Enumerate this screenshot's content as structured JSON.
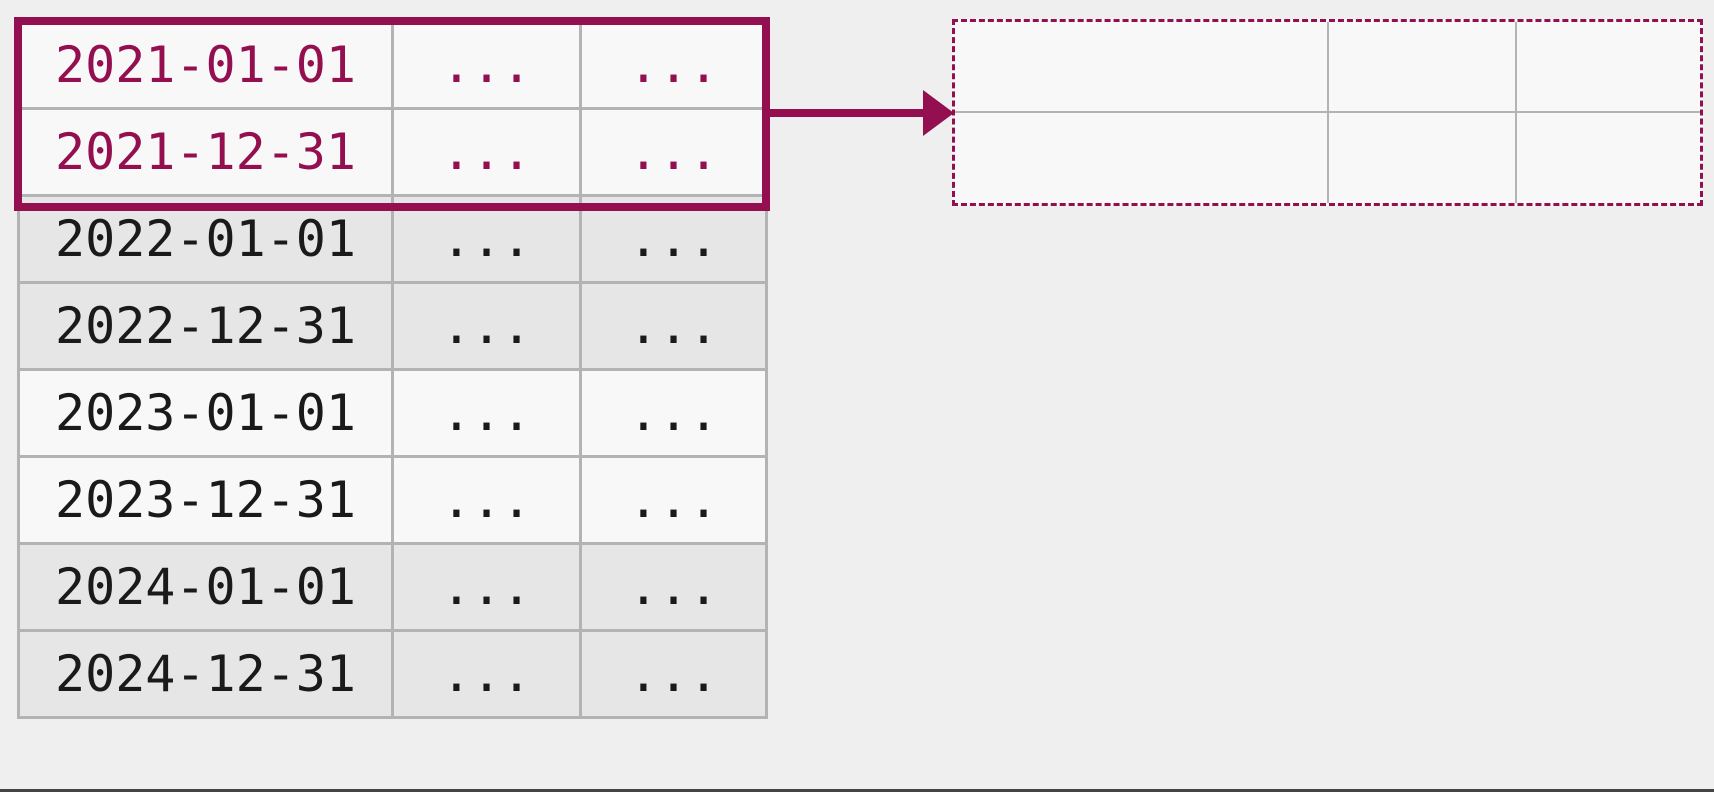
{
  "source_table": {
    "rows": [
      {
        "date": "2021-01-01",
        "a": "...",
        "b": "...",
        "selected": true
      },
      {
        "date": "2021-12-31",
        "a": "...",
        "b": "...",
        "selected": true
      },
      {
        "date": "2022-01-01",
        "a": "...",
        "b": "...",
        "selected": false
      },
      {
        "date": "2022-12-31",
        "a": "...",
        "b": "...",
        "selected": false
      },
      {
        "date": "2023-01-01",
        "a": "...",
        "b": "...",
        "selected": false
      },
      {
        "date": "2023-12-31",
        "a": "...",
        "b": "...",
        "selected": false
      },
      {
        "date": "2024-01-01",
        "a": "...",
        "b": "...",
        "selected": false
      },
      {
        "date": "2024-12-31",
        "a": "...",
        "b": "...",
        "selected": false
      }
    ]
  },
  "colors": {
    "accent": "#940f50",
    "cell_light": "#f8f8f8",
    "cell_dark": "#e6e6e6",
    "grid": "#b3b3b3",
    "background": "#efefef",
    "text": "#1a1a1a"
  },
  "icons": {
    "connector": "right-arrow-icon"
  },
  "target_table": {
    "rows": 2,
    "cols": 3
  }
}
